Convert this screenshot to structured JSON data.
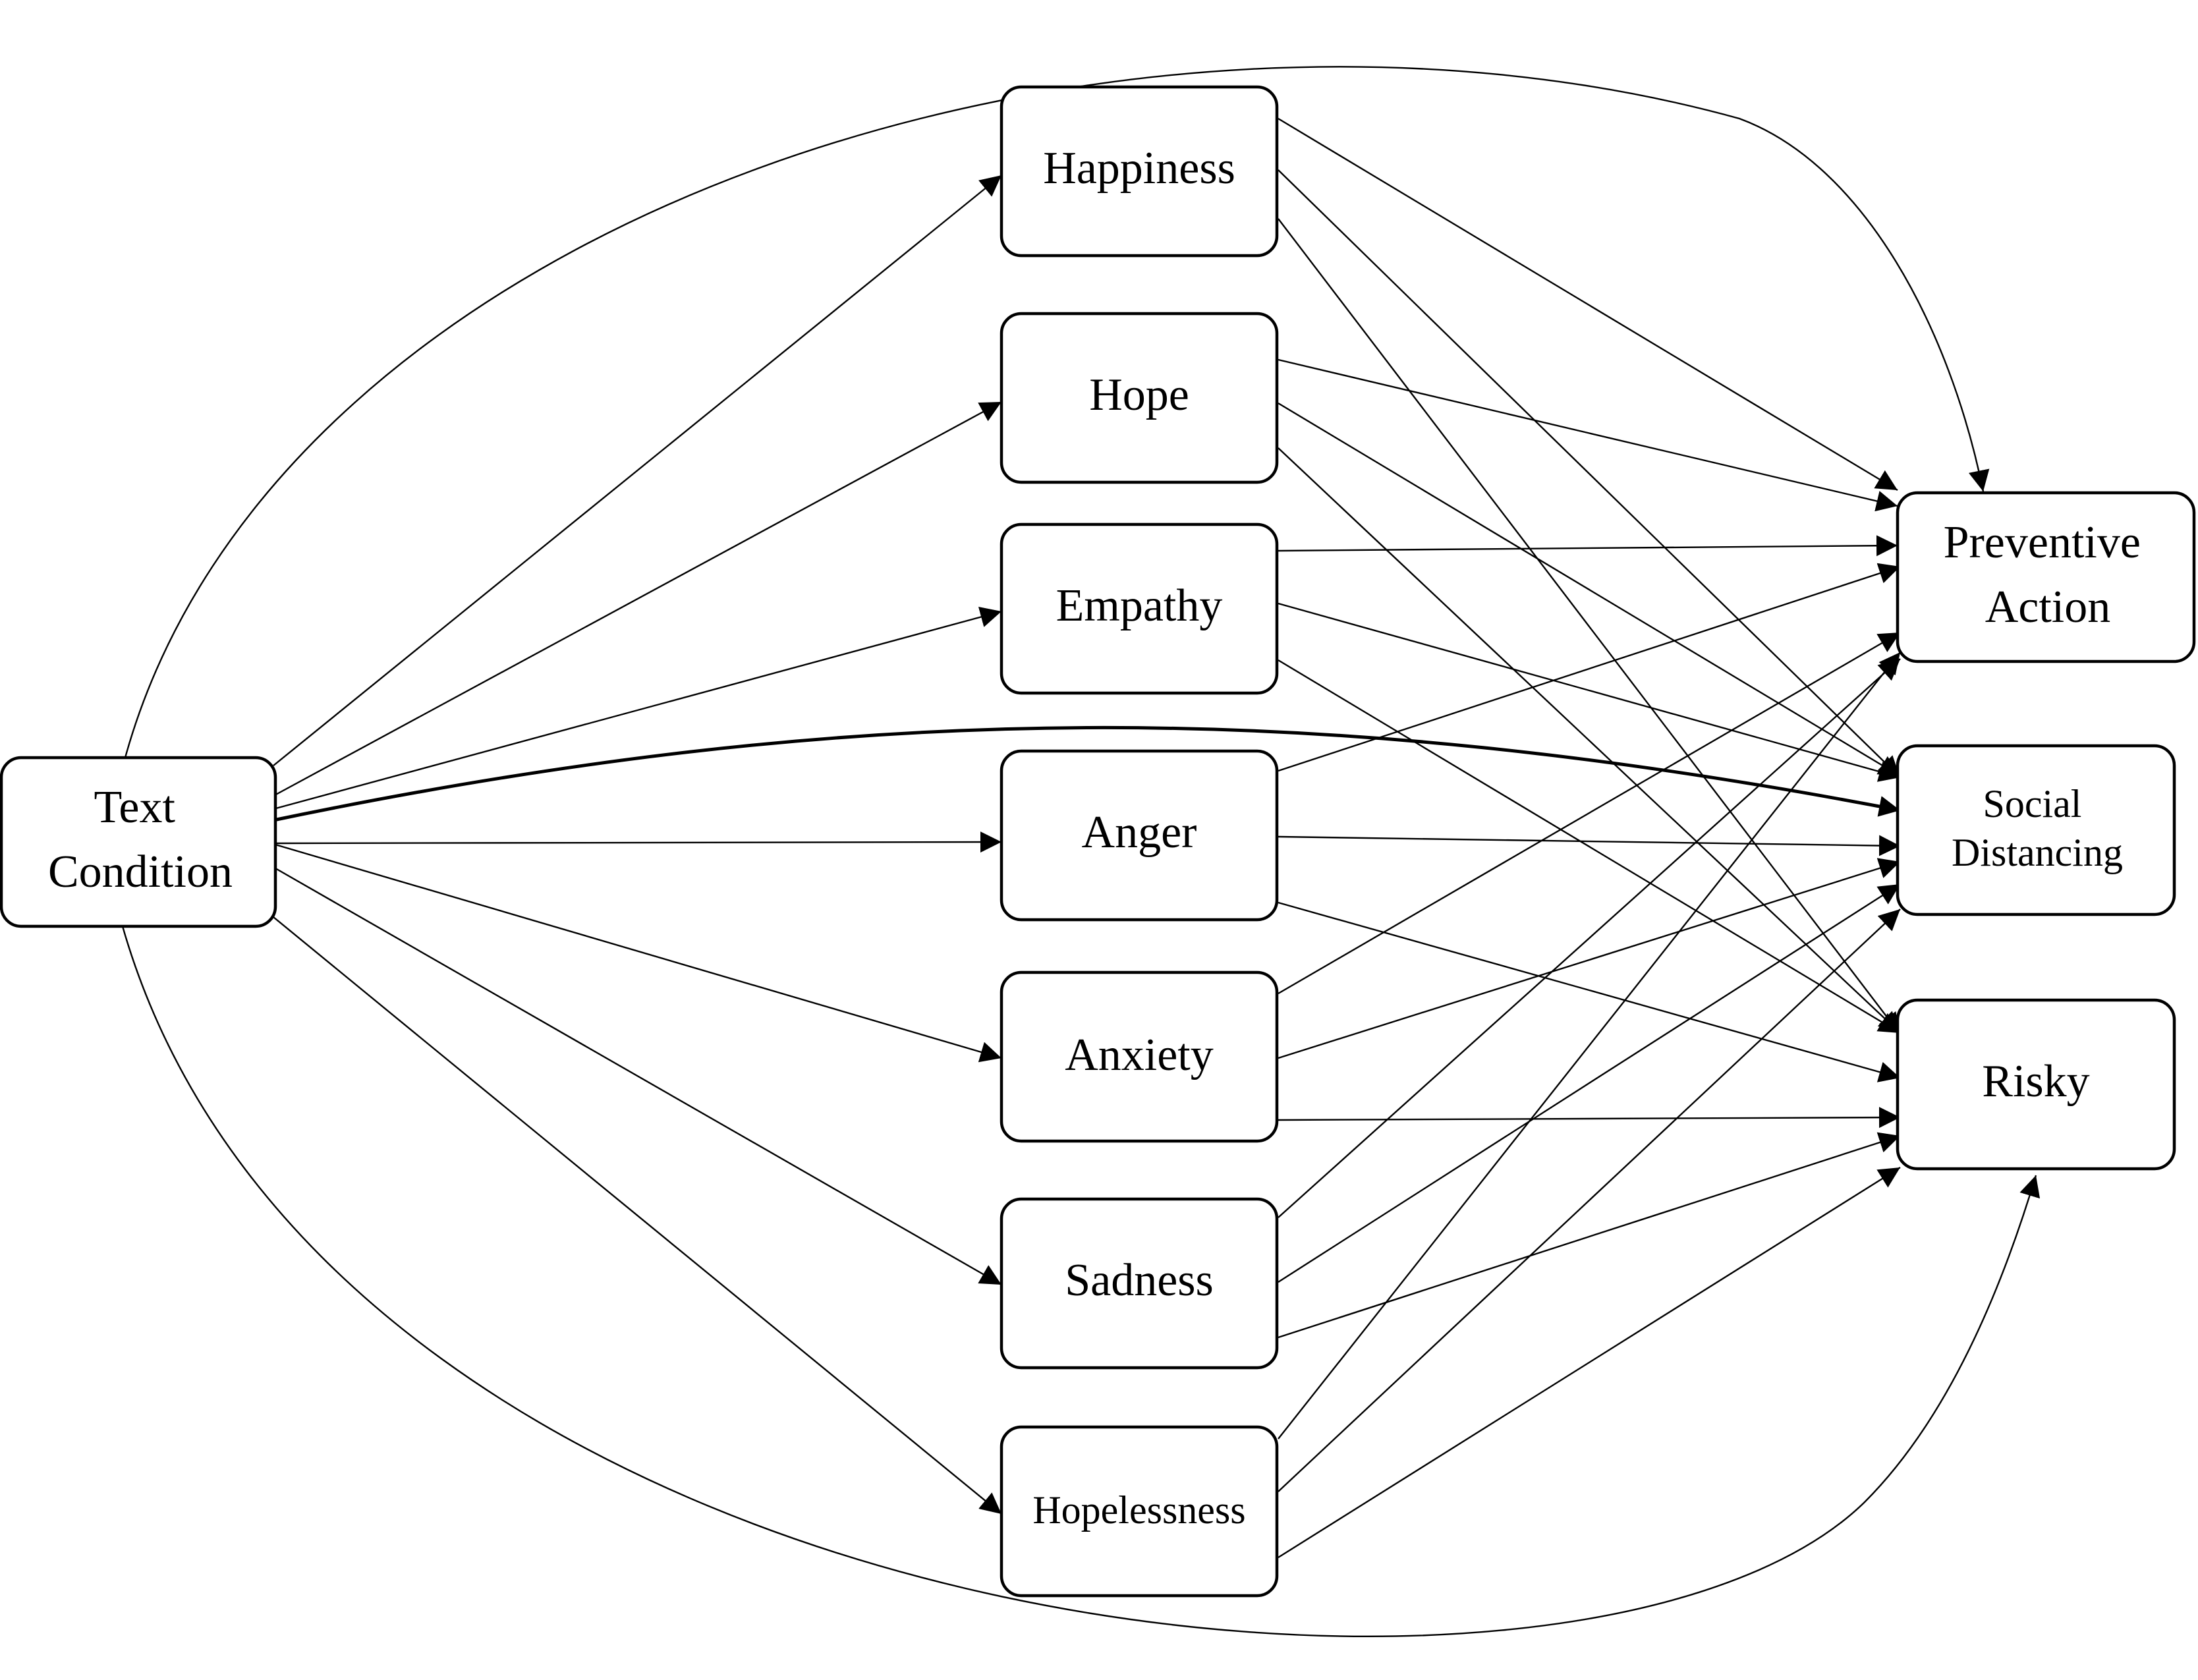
{
  "nodes": {
    "text_condition": {
      "lines": [
        "Text",
        "Condition"
      ]
    },
    "happiness": {
      "lines": [
        "Happiness"
      ]
    },
    "hope": {
      "lines": [
        "Hope"
      ]
    },
    "empathy": {
      "lines": [
        "Empathy"
      ]
    },
    "anger": {
      "lines": [
        "Anger"
      ]
    },
    "anxiety": {
      "lines": [
        "Anxiety"
      ]
    },
    "sadness": {
      "lines": [
        "Sadness"
      ]
    },
    "hopelessness": {
      "lines": [
        "Hopelessness"
      ]
    },
    "preventive_action": {
      "lines": [
        "Preventive",
        "Action"
      ]
    },
    "social_distancing": {
      "lines": [
        "Social",
        "Distancing"
      ]
    },
    "risky": {
      "lines": [
        "Risky"
      ]
    }
  },
  "edges": [
    {
      "from": "text_condition",
      "to": "happiness"
    },
    {
      "from": "text_condition",
      "to": "hope"
    },
    {
      "from": "text_condition",
      "to": "empathy"
    },
    {
      "from": "text_condition",
      "to": "anger"
    },
    {
      "from": "text_condition",
      "to": "anxiety"
    },
    {
      "from": "text_condition",
      "to": "sadness"
    },
    {
      "from": "text_condition",
      "to": "hopelessness"
    },
    {
      "from": "text_condition",
      "to": "preventive_action"
    },
    {
      "from": "text_condition",
      "to": "social_distancing"
    },
    {
      "from": "text_condition",
      "to": "risky"
    },
    {
      "from": "happiness",
      "to": "preventive_action"
    },
    {
      "from": "happiness",
      "to": "social_distancing"
    },
    {
      "from": "happiness",
      "to": "risky"
    },
    {
      "from": "hope",
      "to": "preventive_action"
    },
    {
      "from": "hope",
      "to": "social_distancing"
    },
    {
      "from": "hope",
      "to": "risky"
    },
    {
      "from": "empathy",
      "to": "preventive_action"
    },
    {
      "from": "empathy",
      "to": "social_distancing"
    },
    {
      "from": "empathy",
      "to": "risky"
    },
    {
      "from": "anger",
      "to": "preventive_action"
    },
    {
      "from": "anger",
      "to": "social_distancing"
    },
    {
      "from": "anger",
      "to": "risky"
    },
    {
      "from": "anxiety",
      "to": "preventive_action"
    },
    {
      "from": "anxiety",
      "to": "social_distancing"
    },
    {
      "from": "anxiety",
      "to": "risky"
    },
    {
      "from": "sadness",
      "to": "preventive_action"
    },
    {
      "from": "sadness",
      "to": "social_distancing"
    },
    {
      "from": "sadness",
      "to": "risky"
    },
    {
      "from": "hopelessness",
      "to": "preventive_action"
    },
    {
      "from": "hopelessness",
      "to": "social_distancing"
    },
    {
      "from": "hopelessness",
      "to": "risky"
    }
  ]
}
